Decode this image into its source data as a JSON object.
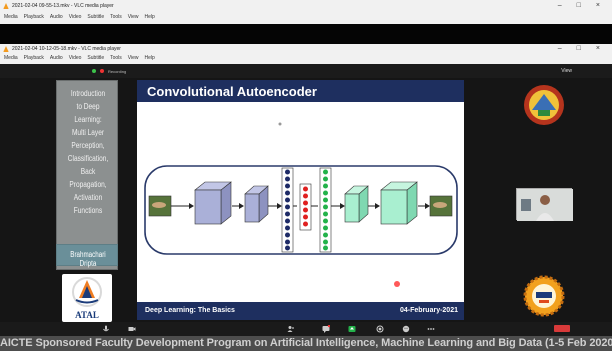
{
  "outer_window": {
    "title": "2021-02-04 09-55-13.mkv - VLC media player",
    "menu": [
      "Media",
      "Playback",
      "Audio",
      "Video",
      "Subtitle",
      "Tools",
      "View",
      "Help"
    ],
    "controls": [
      "–",
      "□",
      "×"
    ]
  },
  "inner_window": {
    "title": "2021-02-04 10-12-05-18.mkv - VLC media player",
    "menu": [
      "Media",
      "Playback",
      "Audio",
      "Video",
      "Subtitle",
      "Tools",
      "View",
      "Help"
    ],
    "controls": [
      "–",
      "□",
      "×"
    ]
  },
  "zoom_top": {
    "recording": "Recording",
    "view": "View"
  },
  "sidebar": {
    "topics": [
      "Introduction",
      "to Deep",
      "Learning:",
      "Multi Layer",
      "Perception,",
      "Classification,",
      "Back Propagation,",
      "Activation",
      "Functions"
    ],
    "presenter": "Brahmachari Dripta"
  },
  "atal_logo": {
    "text": "ATAL"
  },
  "slide": {
    "title": "Convolutional Autoencoder",
    "footer_left": "Deep Learning: The Basics",
    "footer_right": "04-February-2021"
  },
  "banner": {
    "text": "AICTE Sponsored Faculty Development Program on Artificial Intelligence, Machine Learning and Big Data (1-5 Feb 2020"
  },
  "colors": {
    "slide_header": "#1e2f5f",
    "encoder_blocks": "#aab0d8",
    "decoder_blocks": "#a9efd0",
    "code_red": "#e02020",
    "code_navy": "#1d2a66",
    "code_green": "#23b24a",
    "leave_button": "#d83a3a"
  },
  "icons": [
    "vlc-cone-icon",
    "mic-icon",
    "video-icon",
    "participants-icon",
    "share-icon",
    "chat-icon",
    "record-icon",
    "reactions-icon",
    "more-icon",
    "leave-button"
  ]
}
